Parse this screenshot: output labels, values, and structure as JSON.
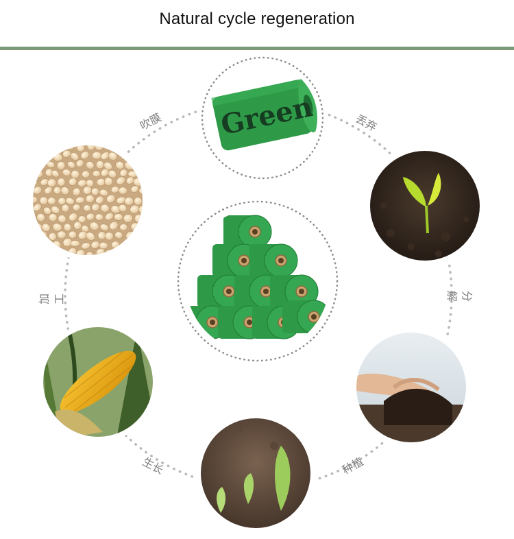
{
  "header": {
    "title": "Natural cycle regeneration"
  },
  "cycle_labels": {
    "blow_film": "吹膜",
    "discard": "丢弃",
    "decompose": "分解",
    "planting": "种植",
    "growth": "生长",
    "processing": "加工"
  },
  "product": {
    "roll_text": "Green"
  },
  "colors": {
    "rule": "#7a9a7a",
    "bag_green": "#2e9a48",
    "label_gray": "#7f7f7f",
    "dots": "#b8b8b8"
  }
}
